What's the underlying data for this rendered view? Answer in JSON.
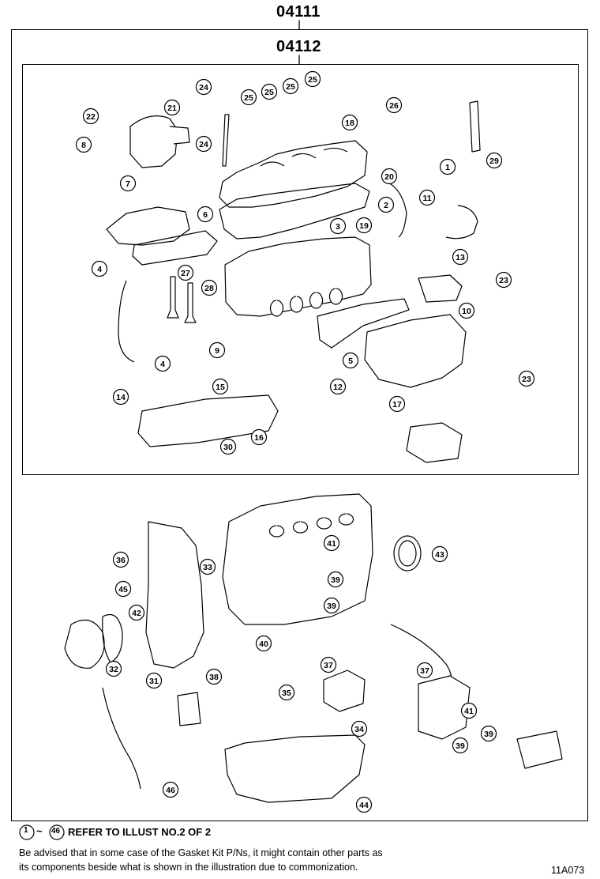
{
  "header": {
    "outer_code": "04111",
    "inner_code": "04112"
  },
  "callouts": [
    "1",
    "2",
    "3",
    "4",
    "5",
    "6",
    "7",
    "8",
    "9",
    "10",
    "11",
    "12",
    "13",
    "14",
    "15",
    "16",
    "17",
    "18",
    "19",
    "20",
    "21",
    "22",
    "23",
    "24",
    "25",
    "26",
    "27",
    "28",
    "29",
    "30",
    "31",
    "32",
    "33",
    "34",
    "35",
    "36",
    "37",
    "38",
    "39",
    "40",
    "41",
    "42",
    "43",
    "44",
    "45",
    "46"
  ],
  "footer": {
    "ref_start": "1",
    "ref_tilde": "~",
    "ref_end": "46",
    "ref_text": "REFER TO ILLUST NO.2 OF 2",
    "note_line1": "Be advised that in some case of the Gasket Kit P/Ns,  it might contain other parts as",
    "note_line2": "its components beside what is shown in the illustration due to commonization.",
    "illus_code": "11A073"
  }
}
